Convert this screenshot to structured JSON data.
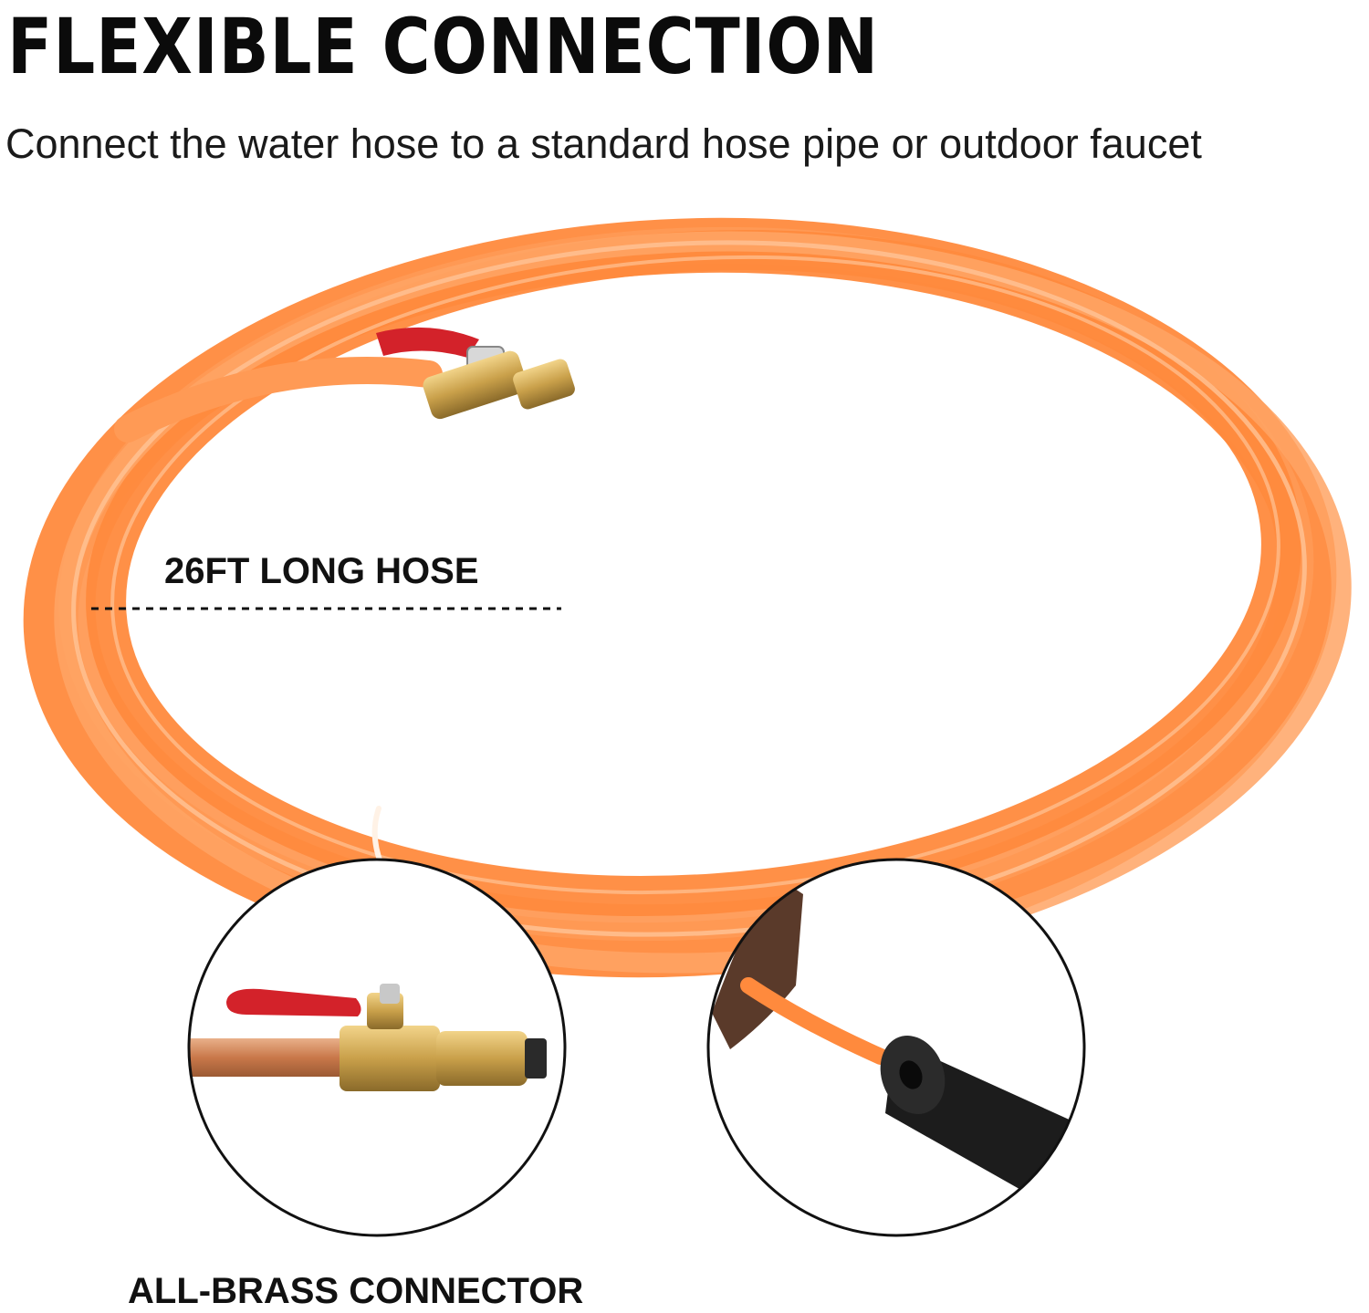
{
  "headline": "FLEXIBLE CONNECTION",
  "subheadline": "Connect the water hose to a standard hose pipe or outdoor faucet",
  "callouts": {
    "hose_length": "26FT LONG HOSE",
    "connector": "ALL-BRASS CONNECTOR"
  },
  "colors": {
    "hose": "#ff8a3d",
    "hose_highlight": "#ffb27a",
    "valve_handle": "#d3222a",
    "brass": "#c9a04a",
    "foam_tube": "#1c1c1c",
    "text": "#111111"
  }
}
